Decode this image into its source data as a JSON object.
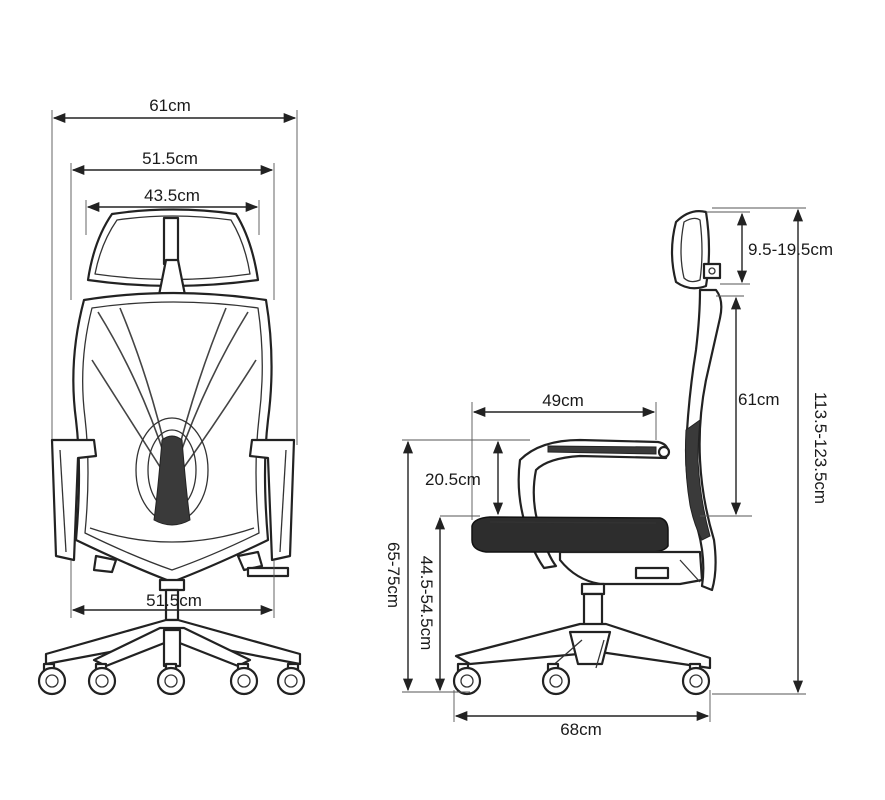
{
  "front_view": {
    "overall_width": "61cm",
    "back_width": "51.5cm",
    "headrest_width": "43.5cm",
    "seat_width": "51.5cm"
  },
  "side_view": {
    "headrest_adjust": "9.5-19.5cm",
    "backrest_height": "61cm",
    "total_height": "113.5-123.5cm",
    "seat_depth": "49cm",
    "armrest_height": "20.5cm",
    "seat_height": "44.5-54.5cm",
    "arm_floor_height": "65-75cm",
    "base_depth": "68cm"
  },
  "colors": {
    "line": "#222222",
    "mesh": "#3a3a3a",
    "background": "#ffffff"
  }
}
